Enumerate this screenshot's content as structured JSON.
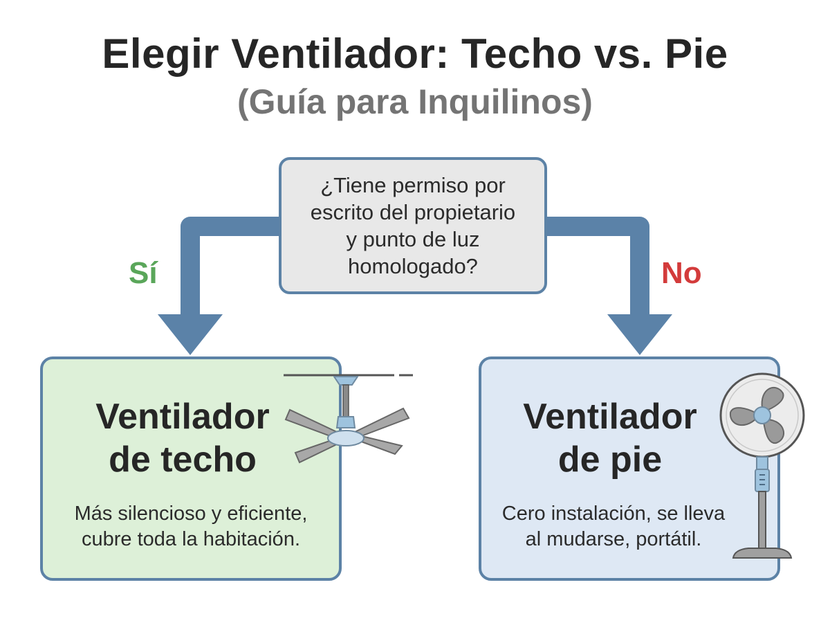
{
  "title": "Elegir Ventilador: Techo vs. Pie",
  "subtitle": "(Guía para Inquilinos)",
  "question": {
    "lines": [
      "¿Tiene permiso por",
      "escrito del propietario",
      "y punto de luz",
      "homologado?"
    ]
  },
  "branches": {
    "yes_label": "Sí",
    "no_label": "No"
  },
  "results": {
    "ceiling": {
      "title_lines": [
        "Ventilador",
        "de techo"
      ],
      "desc_lines": [
        "Más silencioso y eficiente,",
        "cubre toda la habitación."
      ],
      "icon": "ceiling-fan-icon"
    },
    "stand": {
      "title_lines": [
        "Ventilador",
        "de pie"
      ],
      "desc_lines": [
        "Cero instalación, se lleva",
        "al mudarse, portátil."
      ],
      "icon": "stand-fan-icon"
    }
  },
  "colors": {
    "connector": "#5b82a8",
    "yes": "#5aa65a",
    "no": "#d33b3b",
    "question_bg": "#e8e8e8",
    "ceiling_bg": "#ddf0d8",
    "stand_bg": "#dee8f4",
    "border": "#5c82a6"
  }
}
